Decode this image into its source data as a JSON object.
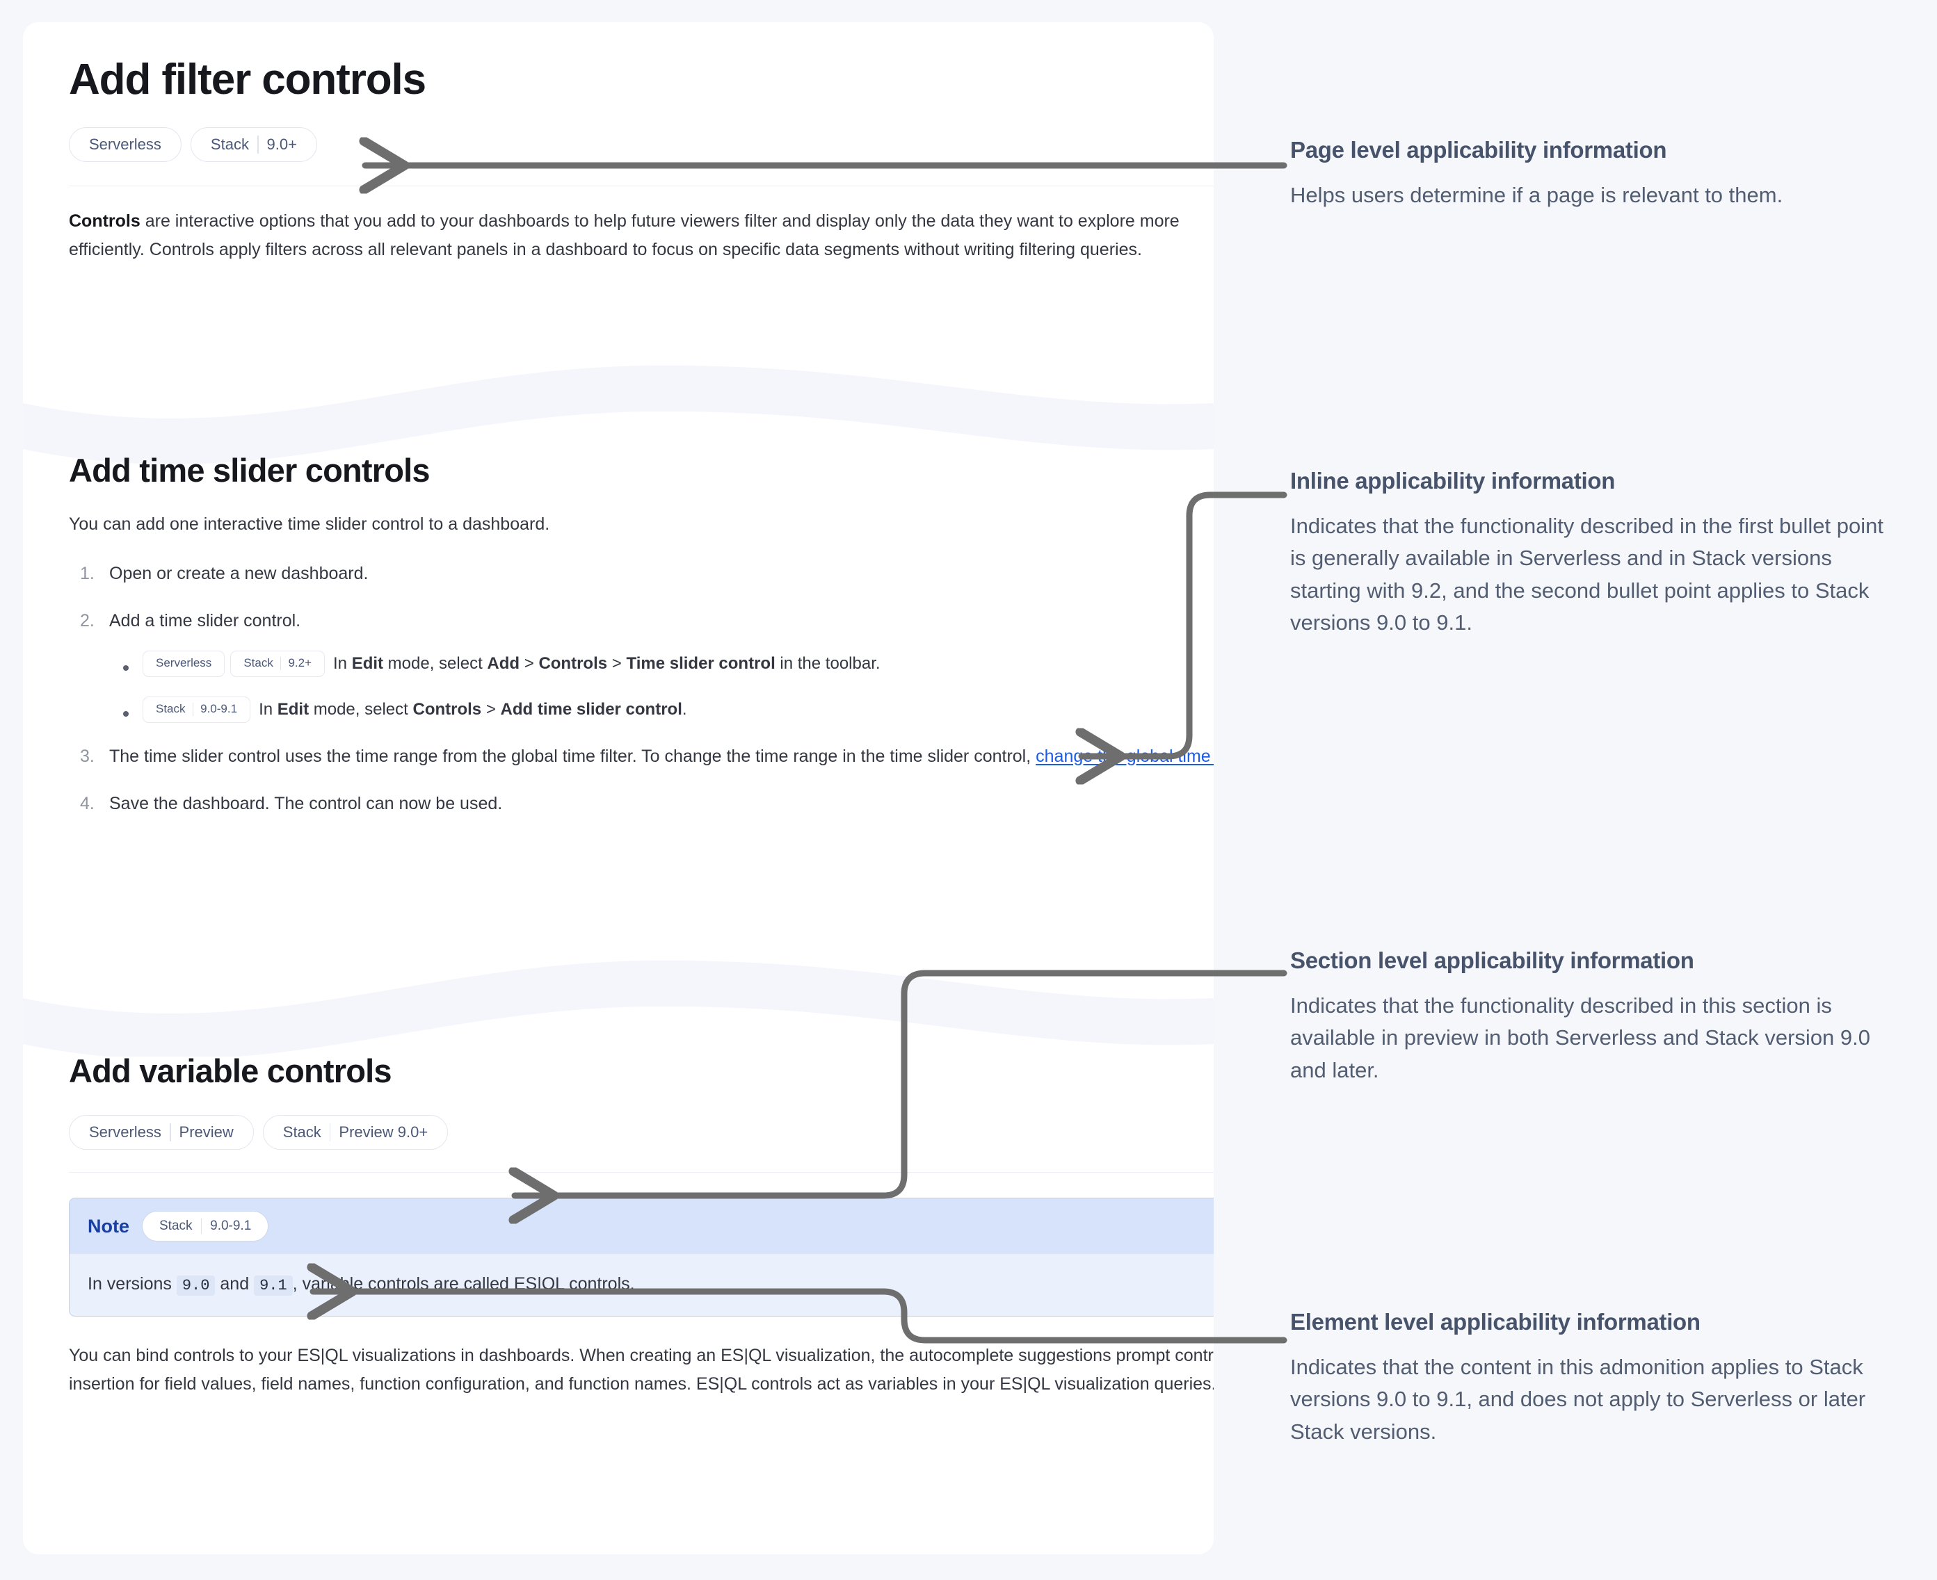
{
  "doc": {
    "page_title": "Add filter controls",
    "page_badges": [
      {
        "segments": [
          "Serverless"
        ]
      },
      {
        "segments": [
          "Stack",
          "9.0+"
        ]
      }
    ],
    "intro": {
      "lead": "Controls",
      "rest": " are interactive options that you add to your dashboards to help future viewers filter and display only the data they want to explore more efficiently. Controls apply filters across all relevant panels in a dashboard to focus on specific data segments without writing filtering queries."
    },
    "time_section": {
      "title": "Add time slider controls",
      "intro": "You can add one interactive time slider control to a dashboard.",
      "steps": [
        {
          "text": "Open or create a new dashboard."
        },
        {
          "text": "Add a time slider control.",
          "bullets": [
            {
              "badges": [
                {
                  "segments": [
                    "Serverless"
                  ]
                },
                {
                  "segments": [
                    "Stack",
                    "9.2+"
                  ]
                }
              ],
              "parts": [
                {
                  "t": "In ",
                  "b": false
                },
                {
                  "t": "Edit",
                  "b": true
                },
                {
                  "t": " mode, select ",
                  "b": false
                },
                {
                  "t": "Add",
                  "b": true
                },
                {
                  "t": " > ",
                  "b": false
                },
                {
                  "t": "Controls",
                  "b": true
                },
                {
                  "t": " > ",
                  "b": false
                },
                {
                  "t": "Time slider control",
                  "b": true
                },
                {
                  "t": " in the toolbar.",
                  "b": false
                }
              ]
            },
            {
              "badges": [
                {
                  "segments": [
                    "Stack",
                    "9.0-9.1"
                  ]
                }
              ],
              "parts": [
                {
                  "t": "In ",
                  "b": false
                },
                {
                  "t": "Edit",
                  "b": true
                },
                {
                  "t": " mode, select ",
                  "b": false
                },
                {
                  "t": "Controls",
                  "b": true
                },
                {
                  "t": " > ",
                  "b": false
                },
                {
                  "t": "Add time slider control",
                  "b": true
                },
                {
                  "t": ".",
                  "b": false
                }
              ]
            }
          ]
        },
        {
          "text_before_link": "The time slider control uses the time range from the global time filter. To change the time range in the time slider control, ",
          "link_text": "change the global time filter",
          "text_after_link": "."
        },
        {
          "text": "Save the dashboard. The control can now be used."
        }
      ]
    },
    "var_section": {
      "title": "Add variable controls",
      "badges": [
        {
          "segments": [
            "Serverless",
            "Preview"
          ]
        },
        {
          "segments": [
            "Stack",
            "Preview 9.0+"
          ]
        }
      ],
      "note": {
        "label": "Note",
        "badge": {
          "segments": [
            "Stack",
            "9.0-9.1"
          ]
        },
        "body_parts": [
          {
            "t": "In versions ",
            "code": false
          },
          {
            "t": "9.0",
            "code": true
          },
          {
            "t": " and ",
            "code": false
          },
          {
            "t": "9.1",
            "code": true
          },
          {
            "t": ", variable controls are called ES|QL controls.",
            "code": false
          }
        ]
      },
      "outro": "You can bind controls to your ES|QL visualizations in dashboards. When creating an ES|QL visualization, the autocomplete suggestions prompt control insertion for field values, field names, function configuration, and function names. ES|QL controls act as variables in your ES|QL visualization queries."
    }
  },
  "annotations": [
    {
      "id": "page-level",
      "heading": "Page level applicability information",
      "body": "Helps users determine if a page is relevant to them."
    },
    {
      "id": "inline",
      "heading": "Inline applicability information",
      "body": "Indicates that the functionality described in the first bullet point is generally available in Serverless and in Stack versions starting with 9.2, and the second bullet point applies to Stack versions 9.0 to 9.1."
    },
    {
      "id": "section-level",
      "heading": "Section level applicability information",
      "body": "Indicates that the functionality described in this section is available in preview in both Serverless and Stack version 9.0 and later."
    },
    {
      "id": "element-level",
      "heading": "Element level applicability information",
      "body": "Indicates that the content in this admonition applies to Stack versions 9.0 to 9.1, and does not apply to Serverless or later Stack versions."
    }
  ],
  "colors": {
    "page_background": "#f6f7fb",
    "card_background": "#ffffff",
    "wave": "#f4f6fb",
    "connector": "#6e6e6e",
    "badge_text": "#4c5878",
    "link": "#1a5ce8",
    "note_border": "#bcd0f0",
    "note_header_bg": "#d6e3fa",
    "note_body_bg": "#eaf1fd",
    "note_label": "#1a3fa0",
    "annotation_heading": "#47536b",
    "annotation_body": "#525d72"
  }
}
